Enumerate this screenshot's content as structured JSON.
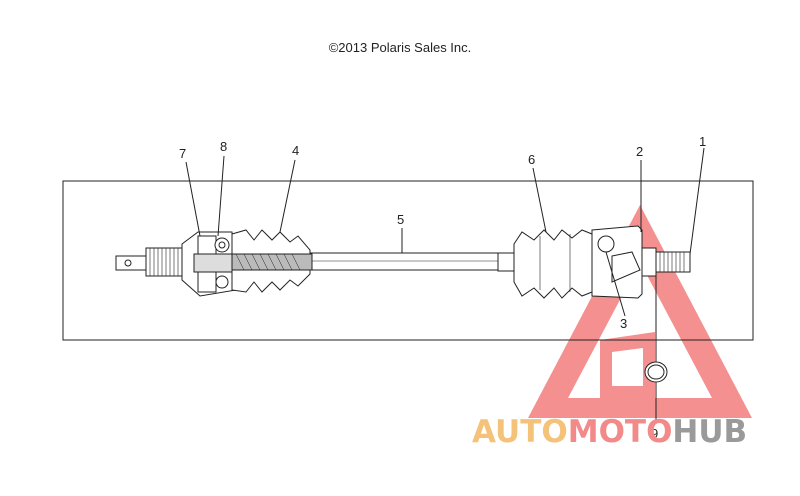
{
  "copyright": "©2013 Polaris Sales Inc.",
  "callouts": [
    "1",
    "2",
    "3",
    "4",
    "5",
    "6",
    "7",
    "8",
    "9"
  ],
  "watermark": {
    "part1": "AUTO",
    "part2": "MOTO",
    "part3": "HUB"
  },
  "colors": {
    "line": "#222222",
    "watermark_red": "#f26b6b",
    "watermark_orange": "#f5b45a",
    "watermark_gray": "#8a8a8a"
  }
}
